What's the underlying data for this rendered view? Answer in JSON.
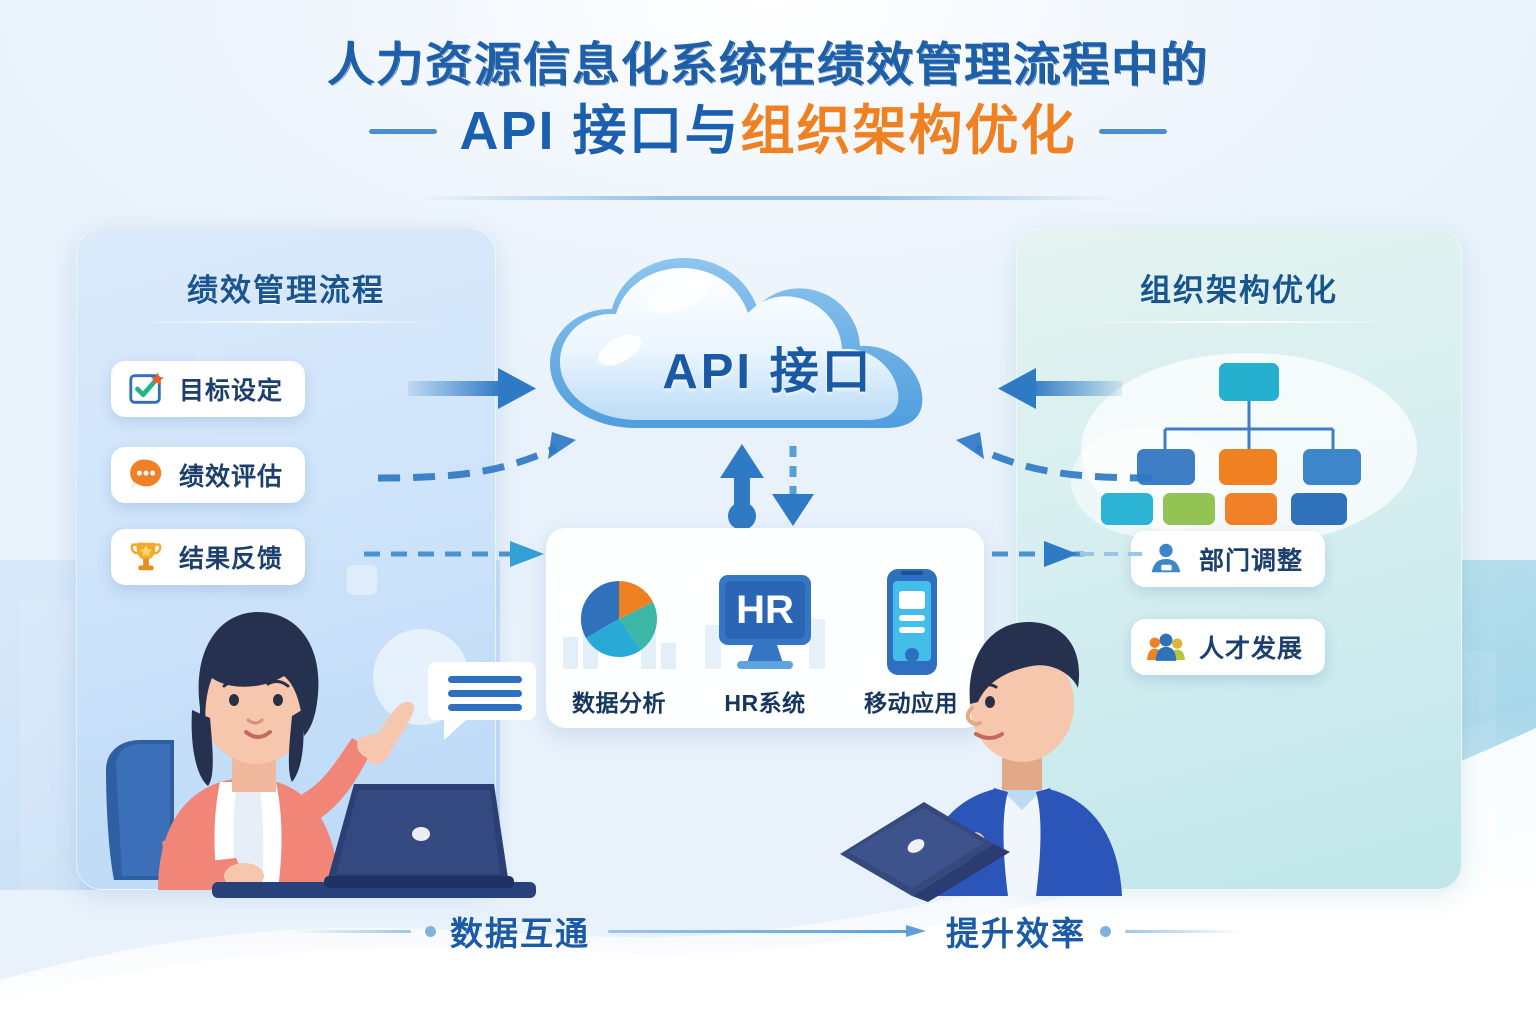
{
  "header": {
    "title_line1": "人力资源信息化系统在绩效管理流程中的",
    "title_line2_blue": "API 接口与",
    "title_line2_orange": "组织架构优化",
    "accent_blue": "#1a5fb0",
    "accent_orange": "#ef8122"
  },
  "left_panel": {
    "title": "绩效管理流程",
    "items": [
      {
        "label": "目标设定",
        "icon": "checklist-icon"
      },
      {
        "label": "绩效评估",
        "icon": "comment-bubble-icon"
      },
      {
        "label": "结果反馈",
        "icon": "trophy-icon"
      }
    ]
  },
  "right_panel": {
    "title": "组织架构优化",
    "org_chart": {
      "root_color": "#25b0cf",
      "level2_colors": [
        "#3d7ec4",
        "#ef8122",
        "#3d86c9"
      ],
      "level3_colors": [
        "#2bb4d4",
        "#93c352",
        "#f08128",
        "#2f72bb"
      ]
    },
    "items": [
      {
        "label": "部门调整",
        "icon": "person-badge-icon"
      },
      {
        "label": "人才发展",
        "icon": "people-group-icon"
      }
    ]
  },
  "cloud": {
    "label": "API 接口",
    "color": "#1a59a4"
  },
  "center_card": {
    "items": [
      {
        "label": "数据分析",
        "icon": "pie-chart-icon"
      },
      {
        "label": "HR系统",
        "icon": "monitor-hr-icon",
        "screen_text": "HR"
      },
      {
        "label": "移动应用",
        "icon": "mobile-phone-icon"
      }
    ]
  },
  "footer": {
    "left_label": "数据互通",
    "right_label": "提升效率"
  },
  "illustrations": {
    "left_person": "woman-at-laptop-pointing",
    "right_person": "man-holding-laptop",
    "speech_bubble": "chat-bubble-lines"
  }
}
